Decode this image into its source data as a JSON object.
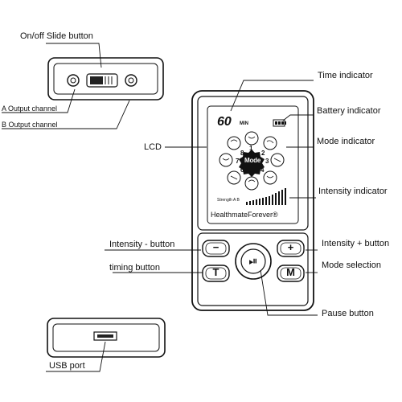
{
  "labels": {
    "on_off": "On/off  Slide button",
    "a_output": "A Output channel",
    "b_output": "B Output channel",
    "time_indicator": "Time indicator",
    "battery_indicator": "Battery indicator",
    "lcd": "LCD",
    "mode_indicator": "Mode indicator",
    "intensity_indicator": "Intensity indicator",
    "intensity_minus": "Intensity - button",
    "intensity_plus": "Intensity + button",
    "timing_button": "timing button",
    "mode_selection": "Mode selection",
    "pause_button": "Pause button",
    "usb_port": "USB port"
  },
  "screen": {
    "time_value": "60",
    "time_unit": "MIN",
    "center_label": "Mode",
    "mode_numbers": [
      "1",
      "2",
      "3",
      "4",
      "5",
      "6",
      "7",
      "8"
    ],
    "strength_label": "Strength A B",
    "brand": "HealthmateForever®"
  },
  "buttons": {
    "minus_glyph": "−",
    "plus_glyph": "+",
    "timing_glyph": "T",
    "mode_glyph": "M",
    "pause_glyph": "⏯"
  }
}
